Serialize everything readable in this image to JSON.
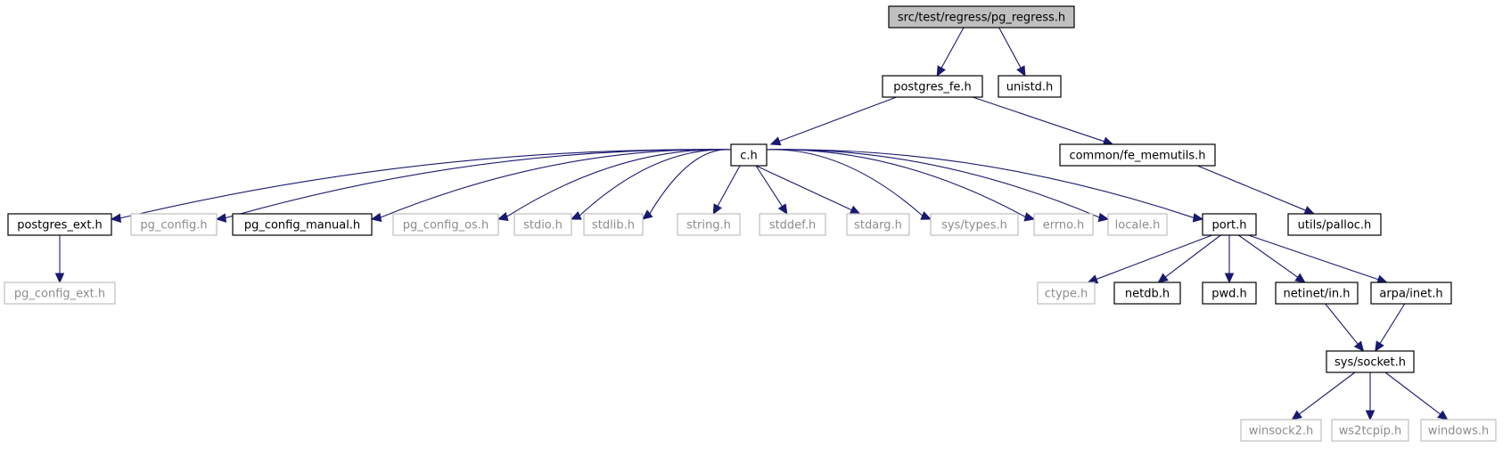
{
  "diagram": {
    "nodes": {
      "root": "src/test/regress/pg_regress.h",
      "postgres_fe": "postgres_fe.h",
      "unistd": "unistd.h",
      "c": "c.h",
      "fe_memutils": "common/fe_memutils.h",
      "postgres_ext": "postgres_ext.h",
      "pg_config": "pg_config.h",
      "pg_config_manual": "pg_config_manual.h",
      "pg_config_os": "pg_config_os.h",
      "stdio": "stdio.h",
      "stdlib": "stdlib.h",
      "string": "string.h",
      "stddef": "stddef.h",
      "stdarg": "stdarg.h",
      "sys_types": "sys/types.h",
      "errno": "errno.h",
      "locale": "locale.h",
      "port": "port.h",
      "palloc": "utils/palloc.h",
      "pg_config_ext": "pg_config_ext.h",
      "ctype": "ctype.h",
      "netdb": "netdb.h",
      "pwd": "pwd.h",
      "netinet_in": "netinet/in.h",
      "arpa_inet": "arpa/inet.h",
      "sys_socket": "sys/socket.h",
      "winsock2": "winsock2.h",
      "ws2tcpip": "ws2tcpip.h",
      "windows": "windows.h"
    },
    "edges": [
      [
        "root",
        "postgres_fe"
      ],
      [
        "root",
        "unistd"
      ],
      [
        "postgres_fe",
        "c"
      ],
      [
        "postgres_fe",
        "fe_memutils"
      ],
      [
        "fe_memutils",
        "palloc"
      ],
      [
        "c",
        "postgres_ext"
      ],
      [
        "c",
        "pg_config"
      ],
      [
        "c",
        "pg_config_manual"
      ],
      [
        "c",
        "pg_config_os"
      ],
      [
        "c",
        "stdio"
      ],
      [
        "c",
        "stdlib"
      ],
      [
        "c",
        "string"
      ],
      [
        "c",
        "stddef"
      ],
      [
        "c",
        "stdarg"
      ],
      [
        "c",
        "sys_types"
      ],
      [
        "c",
        "errno"
      ],
      [
        "c",
        "locale"
      ],
      [
        "c",
        "port"
      ],
      [
        "postgres_ext",
        "pg_config_ext"
      ],
      [
        "port",
        "ctype"
      ],
      [
        "port",
        "netdb"
      ],
      [
        "port",
        "pwd"
      ],
      [
        "port",
        "netinet_in"
      ],
      [
        "port",
        "arpa_inet"
      ],
      [
        "netinet_in",
        "sys_socket"
      ],
      [
        "arpa_inet",
        "sys_socket"
      ],
      [
        "sys_socket",
        "winsock2"
      ],
      [
        "sys_socket",
        "ws2tcpip"
      ],
      [
        "sys_socket",
        "windows"
      ]
    ]
  }
}
